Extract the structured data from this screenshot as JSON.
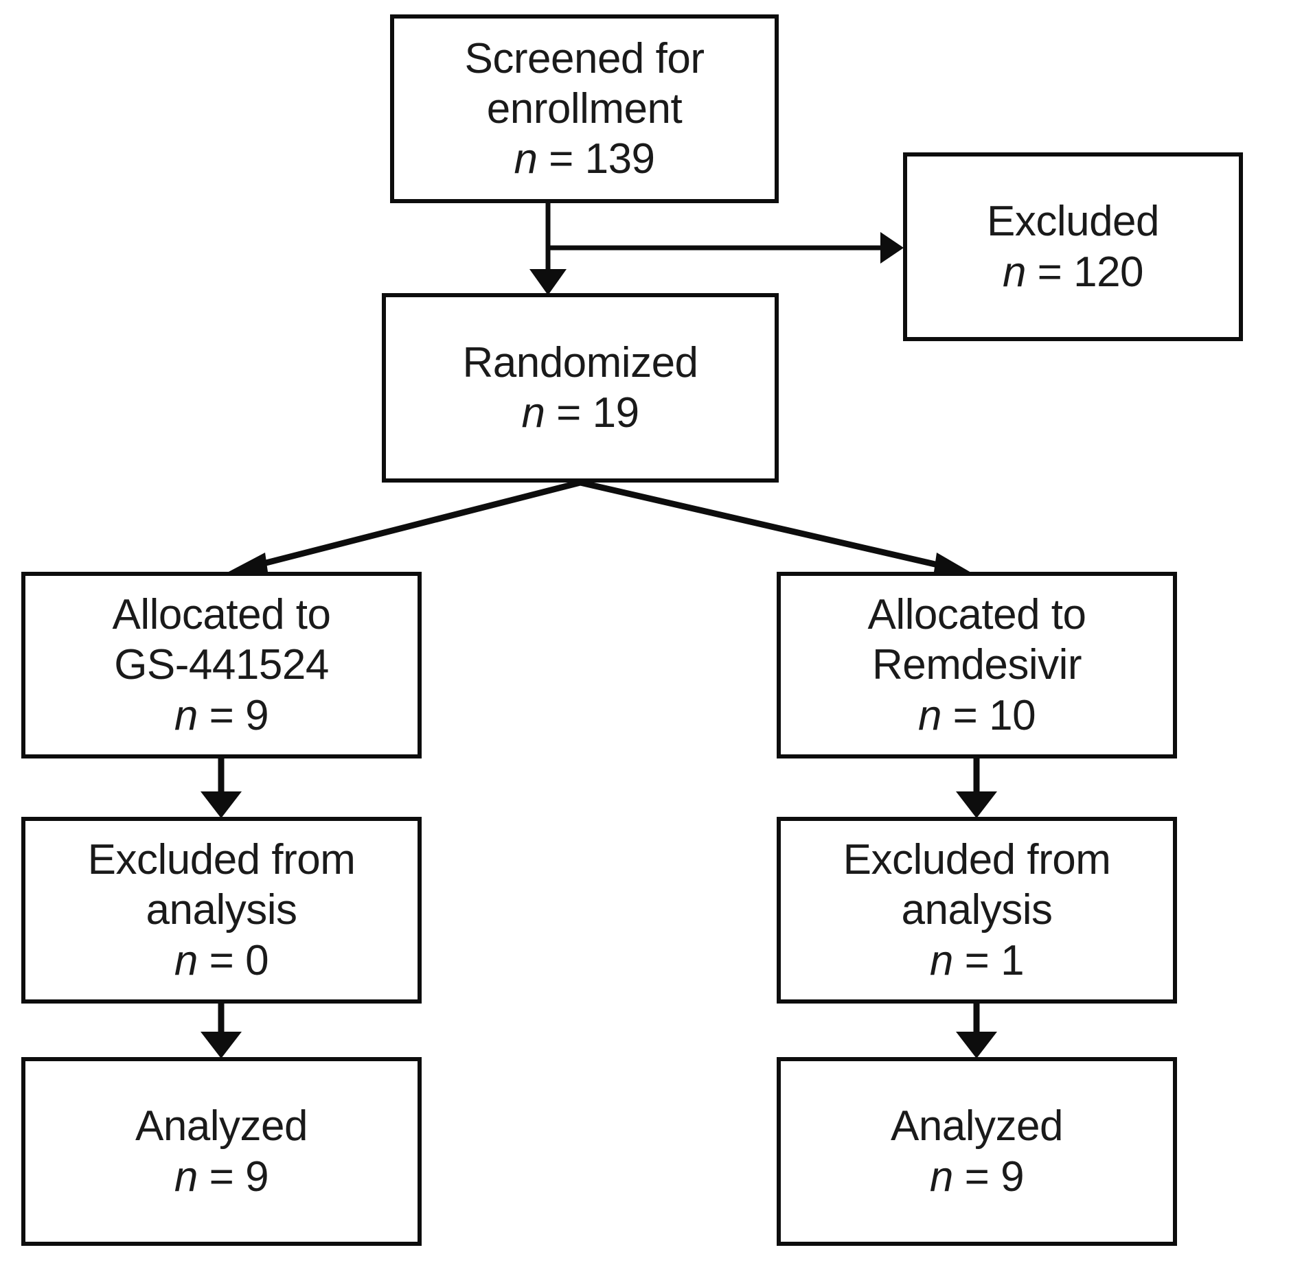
{
  "diagram": {
    "type": "consort-flow-diagram",
    "stroke_color": "#0d0d0d",
    "background_color": "#ffffff",
    "text_color": "#1a1a1a",
    "nodes": {
      "screened": {
        "line1": "Screened for",
        "line2": "enrollment",
        "n_symbol": "n",
        "n_eq": " = ",
        "n_value": "139"
      },
      "excluded": {
        "line1": "Excluded",
        "n_symbol": "n",
        "n_eq": " = ",
        "n_value": "120"
      },
      "randomized": {
        "line1": "Randomized",
        "n_symbol": "n",
        "n_eq": " = ",
        "n_value": "19"
      },
      "allocated_gs": {
        "line1": "Allocated to",
        "line2": "GS-441524",
        "n_symbol": "n",
        "n_eq": " = ",
        "n_value": "9"
      },
      "allocated_rem": {
        "line1": "Allocated to",
        "line2": "Remdesivir",
        "n_symbol": "n",
        "n_eq": " = ",
        "n_value": "10"
      },
      "excluded_analysis_left": {
        "line1": "Excluded from",
        "line2": "analysis",
        "n_symbol": "n",
        "n_eq": " = ",
        "n_value": "0"
      },
      "excluded_analysis_right": {
        "line1": "Excluded from",
        "line2": "analysis",
        "n_symbol": "n",
        "n_eq": " = ",
        "n_value": "1"
      },
      "analyzed_left": {
        "line1": "Analyzed",
        "n_symbol": "n",
        "n_eq": " = ",
        "n_value": "9"
      },
      "analyzed_right": {
        "line1": "Analyzed",
        "n_symbol": "n",
        "n_eq": " = ",
        "n_value": "9"
      }
    },
    "edges": [
      {
        "from": "screened",
        "to": "excluded",
        "style": "elbow-right-arrow"
      },
      {
        "from": "screened",
        "to": "randomized",
        "style": "straight-down-arrow"
      },
      {
        "from": "randomized",
        "to": "allocated_gs",
        "style": "diagonal-down-left-arrow"
      },
      {
        "from": "randomized",
        "to": "allocated_rem",
        "style": "diagonal-down-right-arrow"
      },
      {
        "from": "allocated_gs",
        "to": "excluded_analysis_left",
        "style": "straight-down-arrow"
      },
      {
        "from": "allocated_rem",
        "to": "excluded_analysis_right",
        "style": "straight-down-arrow"
      },
      {
        "from": "excluded_analysis_left",
        "to": "analyzed_left",
        "style": "straight-down-arrow"
      },
      {
        "from": "excluded_analysis_right",
        "to": "analyzed_right",
        "style": "straight-down-arrow"
      }
    ]
  }
}
